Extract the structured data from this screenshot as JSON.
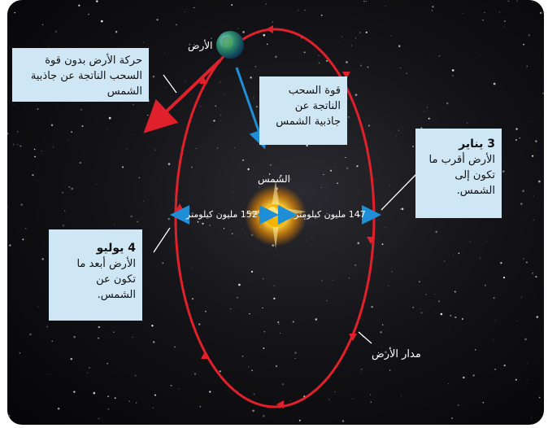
{
  "labels": {
    "earth": "الأرض",
    "sun": "الشمس",
    "orbit": "مدار الأرض",
    "motion_without_gravity": "حركة الأرض بدون قوة السحب الناتجة عن جاذبية الشمس",
    "gravity_pull": "قوة السحب الناتجة عن جاذبية الشمس",
    "perihelion_date": "3 يناير",
    "perihelion_text": "الأرض أقرب ما تكون إلى الشمس.",
    "aphelion_date": "4 يوليو",
    "aphelion_text": "الأرض أبعد ما تكون عن الشمس.",
    "distance_near": "147 مليون كيلومتر",
    "distance_far": "152 مليون كيلومتر"
  },
  "colors": {
    "orbit": "#e0202a",
    "arrow_blue": "#1e8fd6",
    "box_bg": "#cfe7f5",
    "sun_core": "#f5b400",
    "earth": "#2f8f6a"
  }
}
